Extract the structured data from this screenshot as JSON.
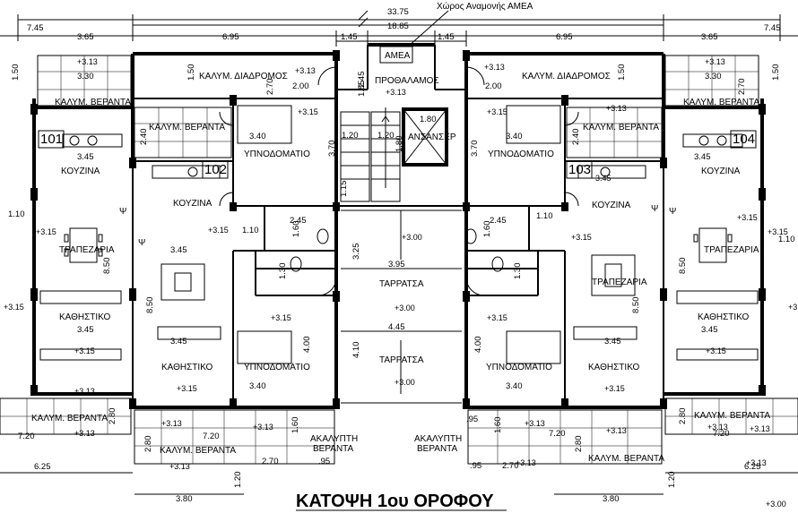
{
  "title": "ΚΑΤΟΨΗ  1ου ΟΡΟΦΟΥ",
  "callout": "Χώρος Αναμονής ΑΜΕΑ",
  "units": [
    "101",
    "102",
    "103",
    "104"
  ],
  "rooms": {
    "amea": "ΑΜΕΑ",
    "lobby": "ΠΡΟΘΑΛΑΜΟΣ",
    "elevator": "ΑΝΣΑΝΣΕΡ",
    "corridor": "ΚΑΛΥΜ. ΔΙΑΔΡΟΜΟΣ",
    "veranda": "ΚΑΛΥΜ. ΒΕΡΑΝΤΑ",
    "bedroom": "ΥΠΝΟΔΟΜΑΤΙΟ",
    "kitchen": "ΚΟΥΖΙΝΑ",
    "dining": "ΤΡΑΠΕΖΑΡΙΑ",
    "living": "ΚΑΘΗΣΤΙΚΟ",
    "terrace": "ΤΑΡΡΑΤΣΑ",
    "open_veranda_1": "ΑΚΑΛΥΠΤΗ",
    "open_veranda_2": "ΒΕΡΑΝΤΑ",
    "shaft": "Ψ"
  },
  "dims": {
    "total": "33.75",
    "inner": "18.85",
    "d745": "7.45",
    "d365": "3.65",
    "d695": "6.95",
    "d145": "1.45",
    "d150": "1.50",
    "d330": "3.30",
    "d270": "2.70",
    "d200": "2.00",
    "d245": "2.45",
    "d185": "1.85",
    "d180": "1.80",
    "d120": "1.20",
    "d340": "3.40",
    "d370": "3.70",
    "d240": "2.40",
    "d345": "3.45",
    "d110": "1.10",
    "d115": "1.15",
    "d160": "1.60",
    "d325": "3.25",
    "d395": "3.95",
    "d130": "1.30",
    "d850": "8.50",
    "d445": "4.45",
    "d410": "4.10",
    "d400": "4.00",
    "d280": "2.80",
    "d720": "7.20",
    "d625": "6.25",
    "d095": ".95",
    "d380": "3.80"
  },
  "levels": {
    "l313": "+3.13",
    "l315": "+3.15",
    "l300": "+3.00"
  }
}
